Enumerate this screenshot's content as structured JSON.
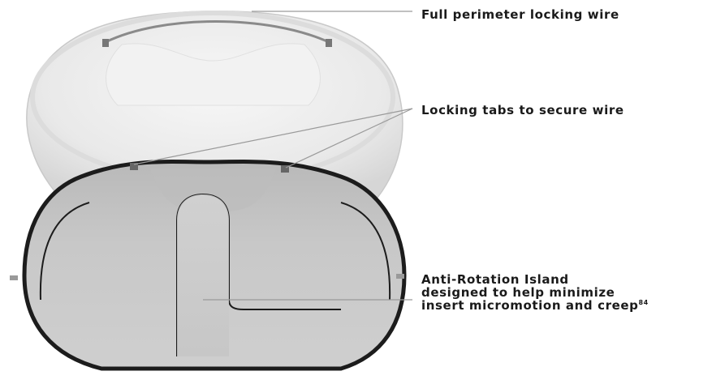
{
  "labels": {
    "perimeter_wire": "Full perimeter locking wire",
    "locking_tabs": "Locking tabs to secure wire",
    "anti_rotation": {
      "line1": "Anti-Rotation Island",
      "line2": "designed to help minimize",
      "line3": "insert micromotion and creep",
      "superscript": "84"
    }
  },
  "colors": {
    "insert_fill": "#ececec",
    "tray_fill": "#c6c6c6",
    "wire": "#1c1c1c",
    "text": "#1a1a1a",
    "leader": "#9a9a9a"
  }
}
